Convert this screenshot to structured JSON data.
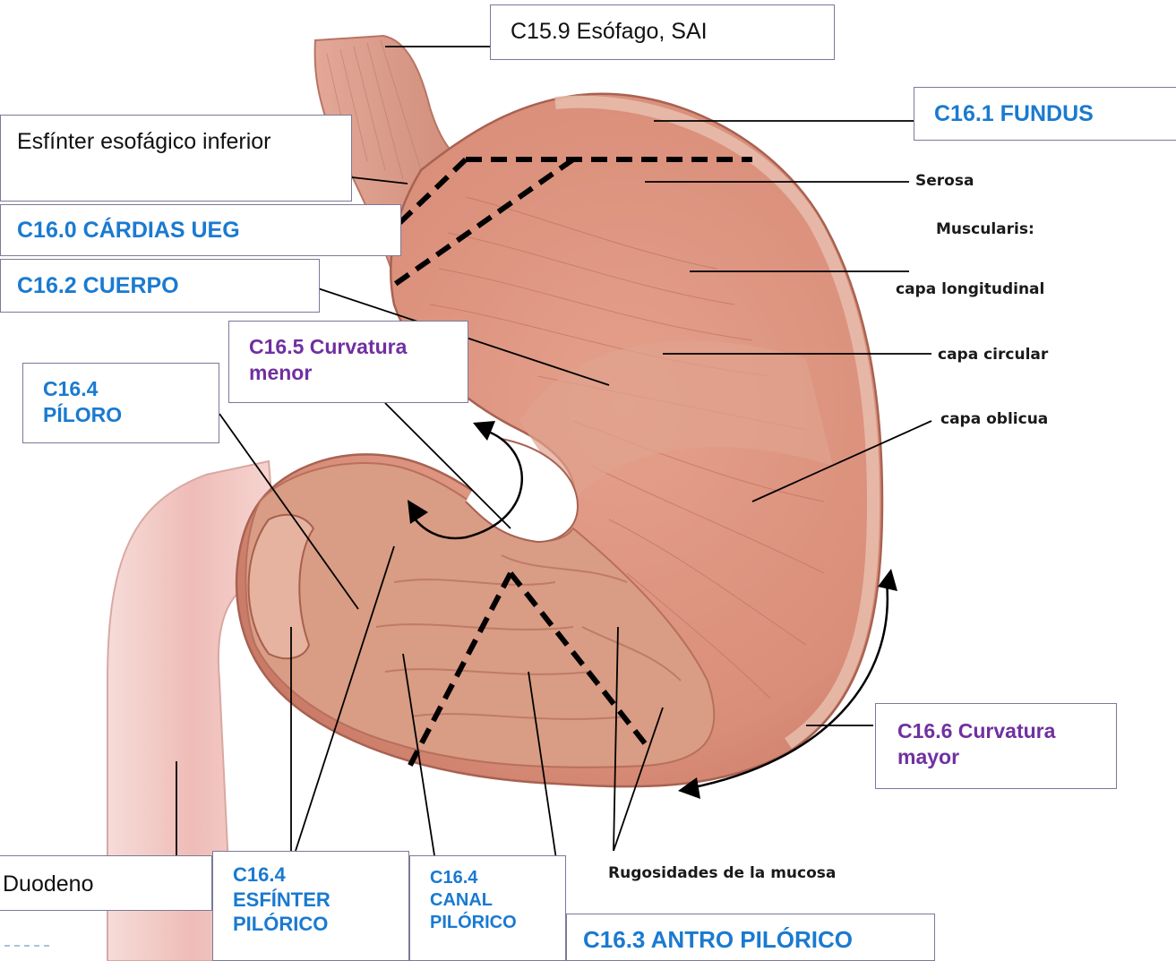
{
  "labels": {
    "esophagus": "C15.9 Esófago, SAI",
    "fundus": "C16.1 FUNDUS",
    "les": "Esfínter esofágico inferior",
    "cardias": "C16.0 CÁRDIAS UEG",
    "body": "C16.2 CUERPO",
    "lesser_curvature": "C16.5 Curvatura menor",
    "pylorus": "C16.4 PÍLORO",
    "greater_curvature": "C16.6 Curvatura mayor",
    "duodenum": "Duodeno",
    "pyloric_sphincter": "C16.4 ESFÍNTER PILÓRICO",
    "pyloric_canal": "C16.4 CANAL PILÓRICO",
    "pyloric_antrum": "C16.3 ANTRO PILÓRICO"
  },
  "annotations": {
    "serosa": "Serosa",
    "muscularis": "Muscularis:",
    "longitudinal": "capa longitudinal",
    "circular": "capa circular",
    "oblique": "capa oblicua",
    "rugae": "Rugosidades de la mucosa"
  },
  "colors": {
    "blue_label": "#1a7ad0",
    "purple_label": "#7030a0",
    "tissue": "#e7a594",
    "mucosa": "#d89a80",
    "duodenum": "#f1c6c2"
  }
}
